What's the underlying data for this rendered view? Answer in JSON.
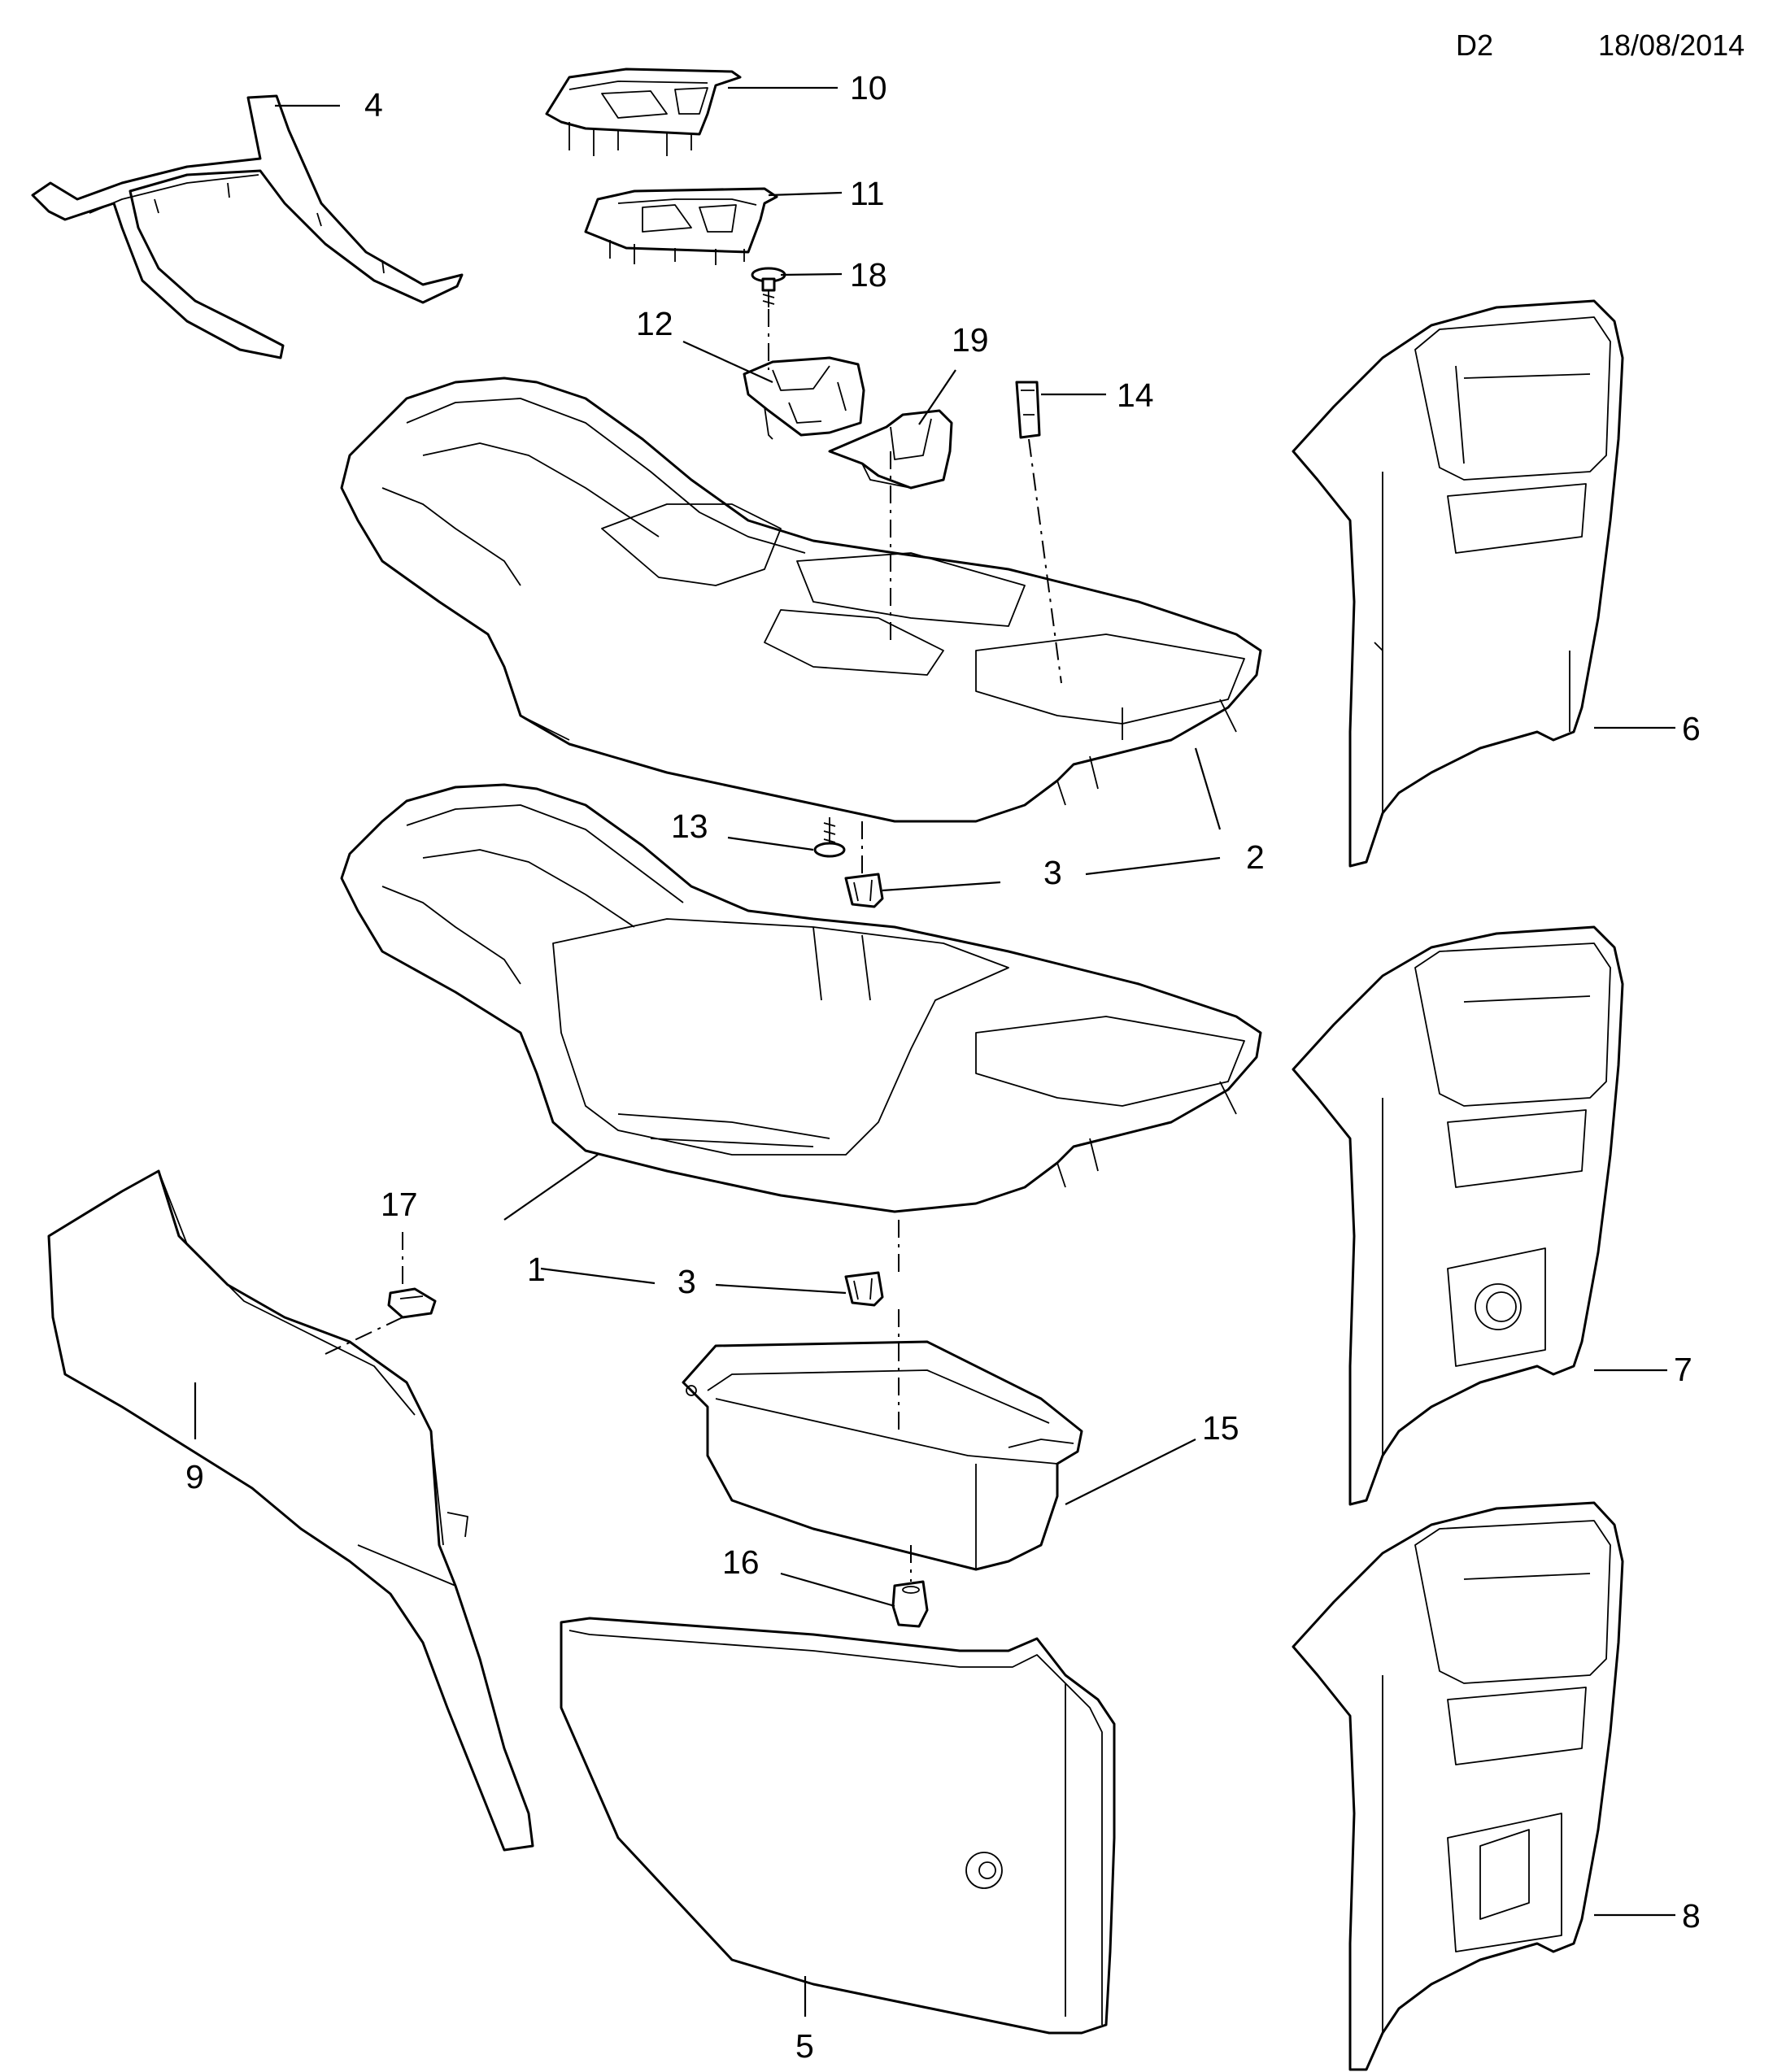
{
  "header": {
    "code": "D2",
    "date": "18/08/2014"
  },
  "callouts": [
    "1",
    "2",
    "3",
    "3",
    "4",
    "5",
    "6",
    "7",
    "8",
    "9",
    "10",
    "11",
    "12",
    "13",
    "14",
    "15",
    "16",
    "17",
    "18",
    "19"
  ]
}
